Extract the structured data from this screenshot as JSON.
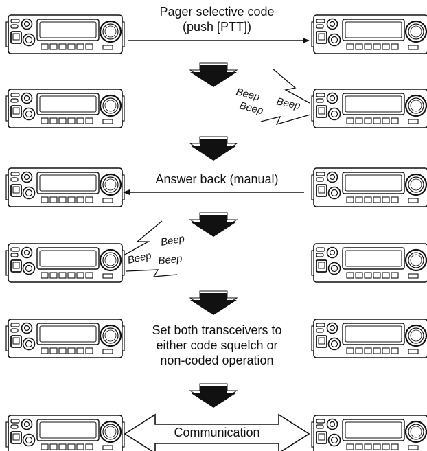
{
  "steps": [
    {
      "label_lines": [
        "Pager selective code",
        "(push [PTT])"
      ],
      "arrow": "right",
      "beeps": null
    },
    {
      "label_lines": [],
      "arrow": null,
      "beeps": {
        "side": "right",
        "words": [
          "Beep",
          "Beep",
          "Beep"
        ]
      }
    },
    {
      "label_lines": [
        "Answer back (manual)"
      ],
      "arrow": "left",
      "beeps": null
    },
    {
      "label_lines": [],
      "arrow": null,
      "beeps": {
        "side": "left",
        "words": [
          "Beep",
          "Beep",
          "Beep"
        ]
      }
    },
    {
      "label_lines": [
        "Set both transceivers to",
        "either code squelch or",
        "non-coded operation"
      ],
      "arrow": null,
      "beeps": null
    },
    {
      "label_lines": [
        "Communication"
      ],
      "arrow": "both",
      "beeps": null
    }
  ],
  "icons": {
    "radio": "mobile-transceiver-icon",
    "flow_arrow": "down-arrow-icon"
  },
  "colors": {
    "ink": "#111111",
    "arrow_fill": "#111111",
    "background": "#ffffff"
  }
}
